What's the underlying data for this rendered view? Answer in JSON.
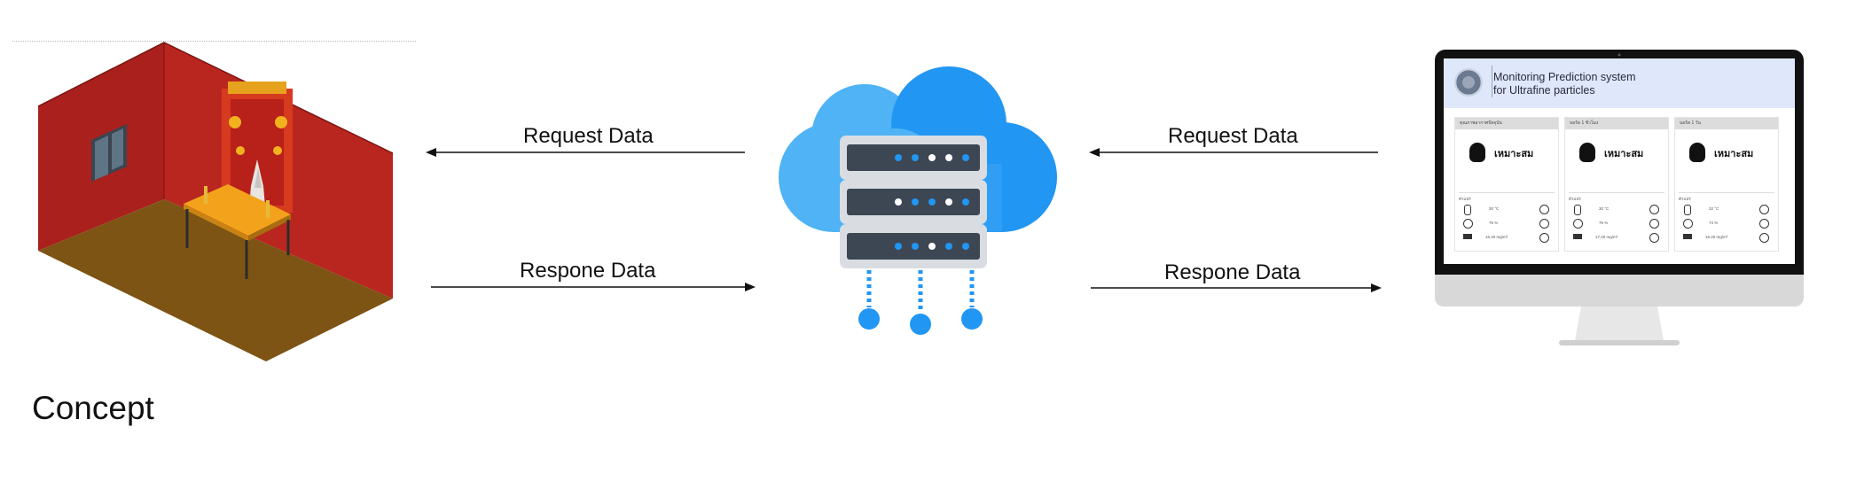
{
  "diagram": {
    "left_request": "Request Data",
    "left_response": "Respone Data",
    "right_request": "Request Data",
    "right_response": "Respone Data",
    "caption": "Concept"
  },
  "monitor": {
    "title_line1": "Monitoring Prediction system",
    "title_line2": "for Ultrafine particles",
    "cards": [
      {
        "header": "คุณภาพอากาศปัจจุบัน",
        "status": "เหมาะสม",
        "temp": "30 °C",
        "humidity": "75 %",
        "pm": "16.20 mg/m³"
      },
      {
        "header": "บอร์ด 1 ชั่วโมง",
        "status": "เหมาะสม",
        "temp": "30 °C",
        "humidity": "76 %",
        "pm": "17.20 mg/m³"
      },
      {
        "header": "บอร์ด 1 วัน",
        "status": "เหมาะสม",
        "temp": "32 °C",
        "humidity": "74 %",
        "pm": "16.20 mg/m³"
      }
    ]
  },
  "colors": {
    "cloud_light": "#4fb3f6",
    "cloud_dark": "#2196f3",
    "server_dark": "#3d4653",
    "room_wall": "#b52420",
    "room_floor": "#7d5414"
  }
}
